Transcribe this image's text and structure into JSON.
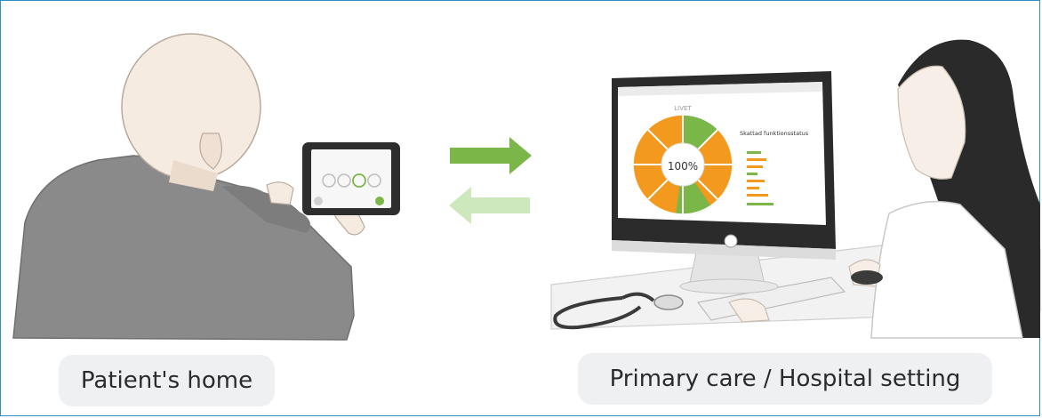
{
  "labels": {
    "home": "Patient's home",
    "hospital": "Primary care / Hospital setting"
  },
  "screen": {
    "wheel_center": "100%",
    "panel_title": "Skattad funktionsstatus",
    "wheel_top": "LIVET"
  },
  "colors": {
    "frame": "#2c8fc7",
    "arrow_forward": "#7ab648",
    "arrow_back": "#cde8bd",
    "wheel_orange": "#f39a1e",
    "wheel_green": "#7ab648",
    "pill_bg": "#eef0f2"
  }
}
